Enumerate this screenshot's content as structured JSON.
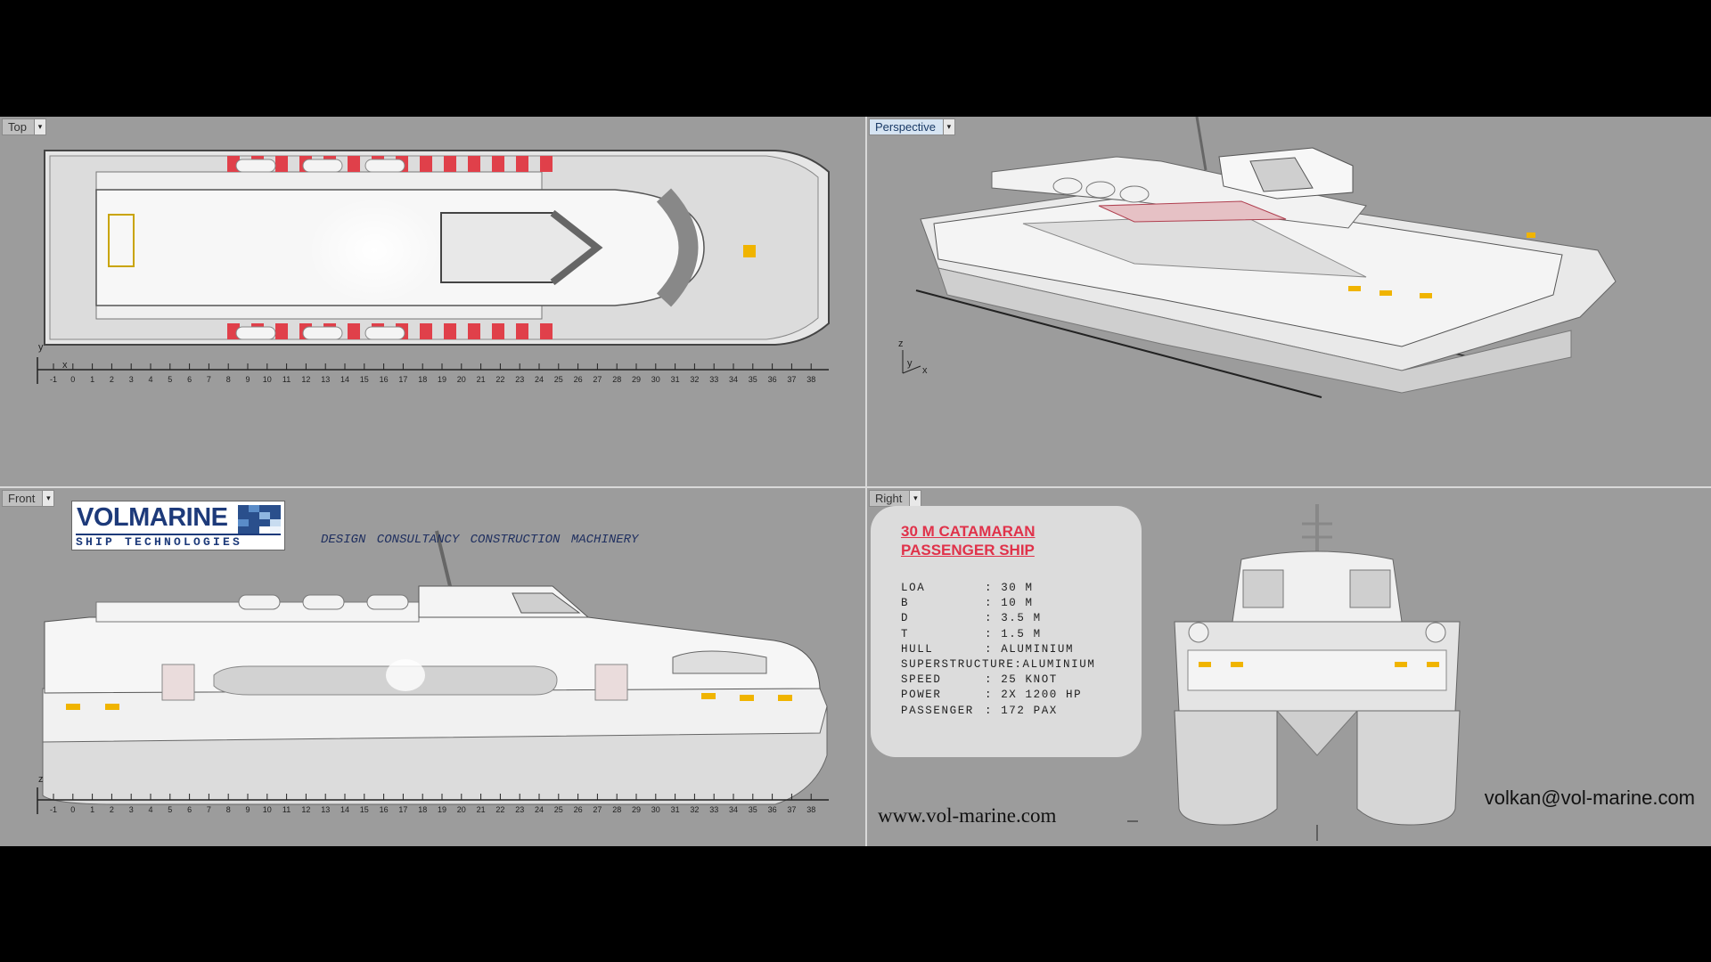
{
  "viewports": {
    "top": {
      "label": "Top"
    },
    "perspective": {
      "label": "Perspective"
    },
    "front": {
      "label": "Front"
    },
    "right": {
      "label": "Right"
    }
  },
  "ruler_ticks": [
    "-1",
    "0",
    "1",
    "2",
    "3",
    "4",
    "5",
    "6",
    "7",
    "8",
    "9",
    "10",
    "11",
    "12",
    "13",
    "14",
    "15",
    "16",
    "17",
    "18",
    "19",
    "20",
    "21",
    "22",
    "23",
    "24",
    "25",
    "26",
    "27",
    "28",
    "29",
    "30",
    "31",
    "32",
    "33",
    "34",
    "35",
    "36",
    "37",
    "38"
  ],
  "axis_labels": {
    "x": "x",
    "y": "y",
    "z": "z"
  },
  "logo": {
    "brand_a": "VOL",
    "brand_b": "MARINE",
    "tagline": "SHIP TECHNOLOGIES"
  },
  "services": "DESIGN CONSULTANCY CONSTRUCTION MACHINERY",
  "spec": {
    "title_line1": "30 M CATAMARAN",
    "title_line2": "PASSENGER SHIP",
    "rows": [
      {
        "k": "LOA",
        "v": ": 30 M"
      },
      {
        "k": "B",
        "v": ": 10 M"
      },
      {
        "k": "D",
        "v": ": 3.5 M"
      },
      {
        "k": "T",
        "v": ": 1.5  M"
      },
      {
        "k": "HULL",
        "v": ": ALUMINIUM"
      }
    ],
    "superstructure": "SUPERSTRUCTURE:ALUMINIUM",
    "rows2": [
      {
        "k": "SPEED",
        "v": ": 25 KNOT"
      },
      {
        "k": "POWER",
        "v": ": 2X 1200 HP"
      },
      {
        "k": "PASSENGER",
        "v": ": 172  PAX"
      }
    ]
  },
  "website": "www.vol-marine.com",
  "email": "volkan@vol-marine.com",
  "colors": {
    "viewport_bg": "#9c9c9c",
    "seat_red": "#e0404a",
    "hull": "#f0f0f0",
    "brand": "#1d3a7a"
  }
}
